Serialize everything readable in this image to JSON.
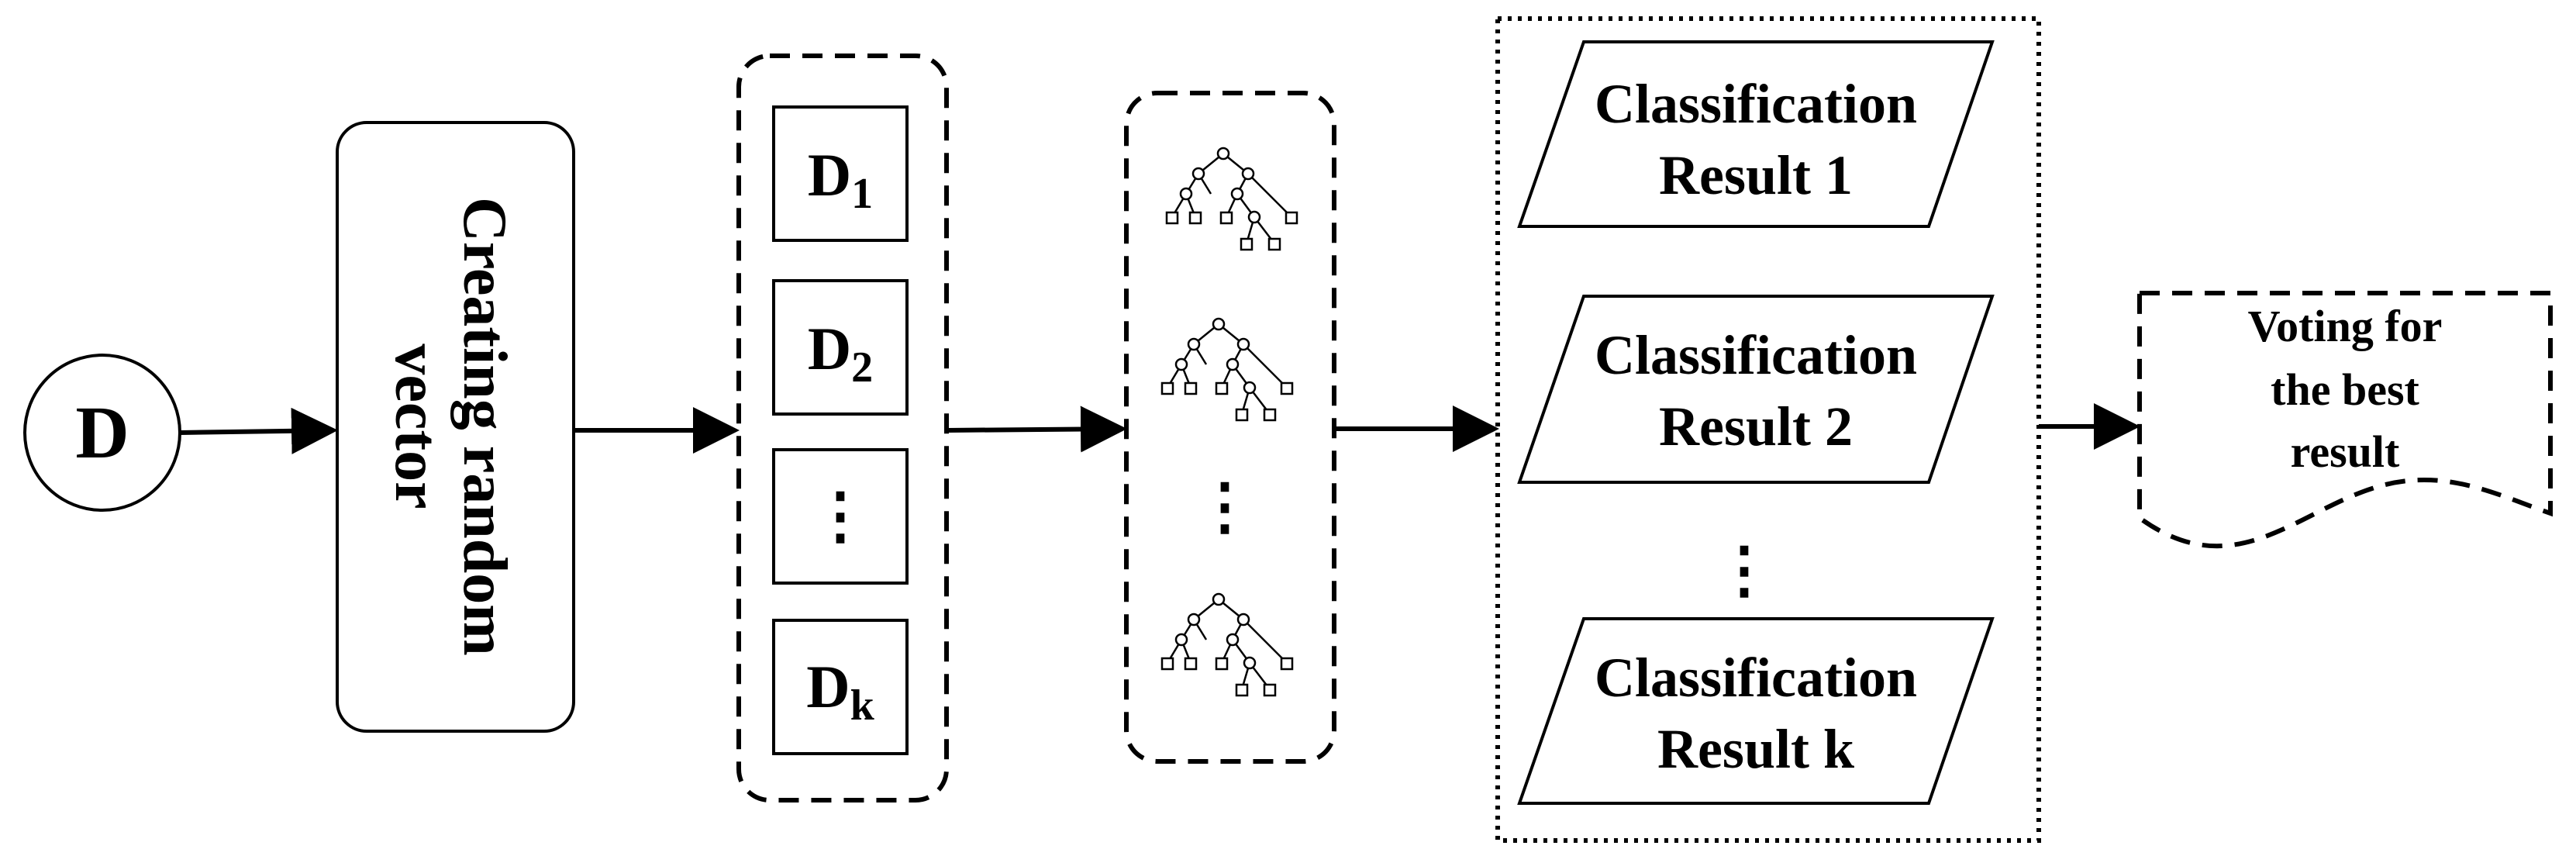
{
  "input": {
    "label": "D"
  },
  "step1": {
    "line1": "Creating random",
    "line2": "vector"
  },
  "subsets": {
    "items": [
      {
        "base": "D",
        "sub": "1"
      },
      {
        "base": "D",
        "sub": "2"
      },
      {
        "base": "D",
        "sub": "k"
      }
    ],
    "ellipsis": "⋮"
  },
  "trees": {
    "ellipsis": "⋮"
  },
  "results": {
    "items": [
      {
        "line1": "Classification",
        "line2": "Result 1"
      },
      {
        "line1": "Classification",
        "line2": "Result 2"
      },
      {
        "line1": "Classification",
        "line2": "Result k"
      }
    ],
    "ellipsis": "⋮"
  },
  "output": {
    "line1": "Voting for",
    "line2": "the best",
    "line3": "result"
  }
}
